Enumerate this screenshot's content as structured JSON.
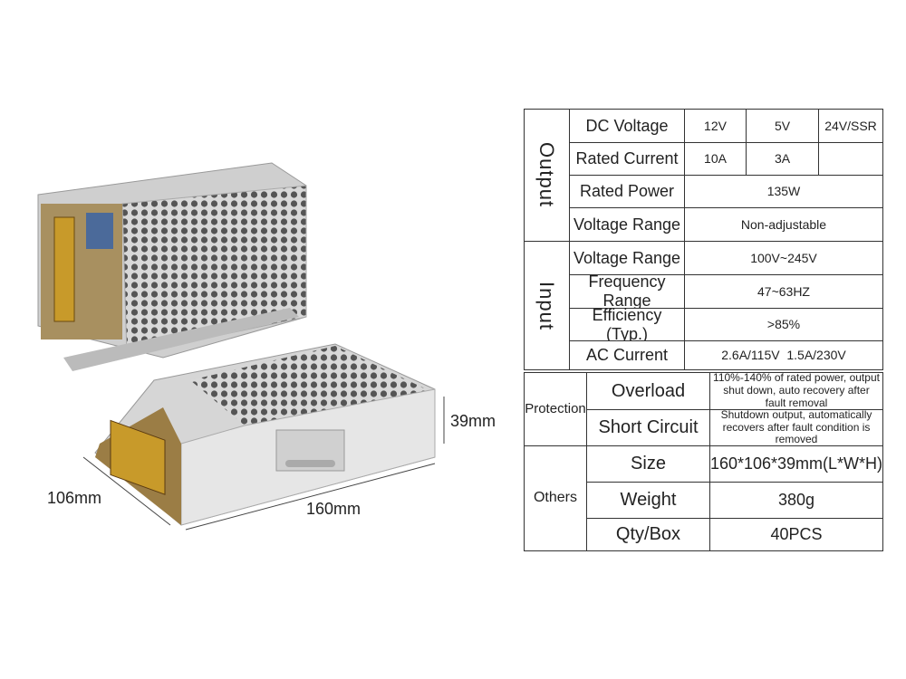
{
  "dimensions": {
    "height": "39mm",
    "width": "106mm",
    "length": "160mm"
  },
  "spec_table": {
    "output": {
      "section": "Output",
      "dc_voltage": {
        "label": "DC Voltage",
        "values": [
          "12V",
          "5V",
          "24V/SSR"
        ]
      },
      "rated_current": {
        "label": "Rated Current",
        "values": [
          "10A",
          "3A",
          ""
        ]
      },
      "rated_power": {
        "label": "Rated Power",
        "value": "135W"
      },
      "voltage_range": {
        "label": "Voltage Range",
        "value": "Non-adjustable"
      }
    },
    "input": {
      "section": "Input",
      "voltage_range": {
        "label": "Voltage Range",
        "value": "100V~245V"
      },
      "frequency_range": {
        "label": "Frequency Range",
        "value": "47~63HZ"
      },
      "efficiency": {
        "label": "Efficiency (Typ.)",
        "value": ">85%"
      },
      "ac_current": {
        "label": "AC Current",
        "value": "2.6A/115V  1.5A/230V"
      }
    },
    "protection": {
      "section": "Protection",
      "overload": {
        "label": "Overload",
        "value": "110%-140% of rated power, output shut down, auto recovery after fault removal"
      },
      "short_circuit": {
        "label": "Short Circuit",
        "value": "Shutdown output, automatically recovers after fault condition is removed"
      }
    },
    "others": {
      "section": "Others",
      "size": {
        "label": "Size",
        "value": "160*106*39mm(L*W*H)"
      },
      "weight": {
        "label": "Weight",
        "value": "380g"
      },
      "qty": {
        "label": "Qty/Box",
        "value": "40PCS"
      }
    }
  }
}
